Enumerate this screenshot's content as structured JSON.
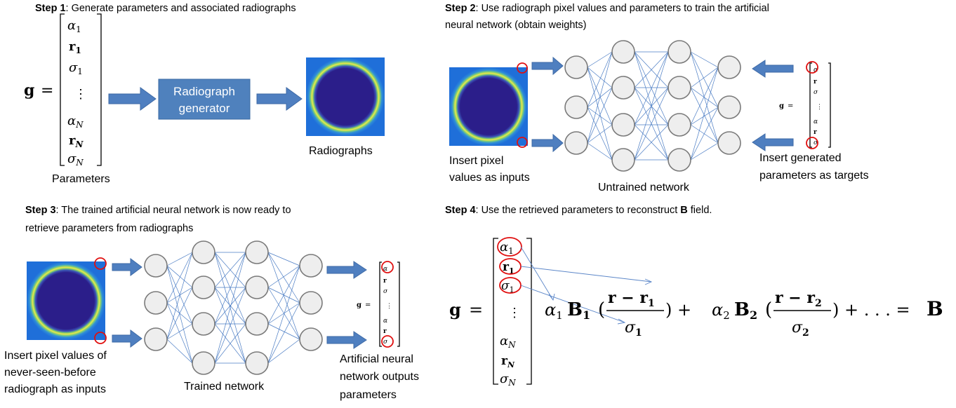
{
  "step1": {
    "label": "Step 1",
    "text": ": Generate parameters and associated radiographs"
  },
  "step2": {
    "label": "Step 2",
    "text_line1": ": Use radiograph pixel values and parameters to train the artificial",
    "text_line2": "neural network (obtain weights)"
  },
  "step3": {
    "label": "Step 3",
    "text_line1": ": The trained artificial neural network is now ready to",
    "text_line2": "retrieve parameters from  radiographs"
  },
  "step4": {
    "label": "Step 4",
    "text_a": ": Use the retrieved parameters to reconstruct ",
    "text_b": "B",
    "text_c": " field."
  },
  "vector": {
    "name": "g",
    "equals": "=",
    "entries": [
      "α",
      "r",
      "σ",
      "⋮",
      "α",
      "r",
      "σ"
    ],
    "subscripts": [
      "1",
      "1",
      "1",
      "",
      "N",
      "N",
      "N"
    ]
  },
  "labels": {
    "parameters": "Parameters",
    "radiograph_generator_line1": "Radiograph",
    "radiograph_generator_line2": "generator",
    "radiographs": "Radiographs",
    "insert_pixel_line1": "Insert pixel",
    "insert_pixel_line2": "values as inputs",
    "untrained_network": "Untrained network",
    "insert_generated_line1": "Insert generated",
    "insert_generated_line2": "parameters as targets",
    "insert_never_line1": "Insert pixel values of",
    "insert_never_line2": "never-seen-before",
    "insert_never_line3": "radiograph as inputs",
    "trained_network": "Trained network",
    "outputs_line1": "Artificial neural",
    "outputs_line2": "network outputs",
    "outputs_line3": "parameters"
  },
  "equation": {
    "alpha1": "α",
    "B1": "B",
    "num1": "r − r",
    "den1": "σ",
    "plus1": ") + ",
    "alpha2": "α",
    "B2": "B",
    "num2": "r − r",
    "den2": "σ",
    "tail": ") + . . . = ",
    "result": "B",
    "sub1": "1",
    "sub2": "2",
    "lparen": "(",
    "ellipsis_plus": ") + . . . ="
  },
  "colors": {
    "arrow_blue": "#4f7fc0",
    "generator_box": "#4f81bd",
    "radiograph_bg": "#1f5fd6",
    "radiograph_disk": "#2a1f8c",
    "radiograph_ring": "#e8e04a",
    "circle_red": "#e01010",
    "connection": "#4a7cc4"
  }
}
